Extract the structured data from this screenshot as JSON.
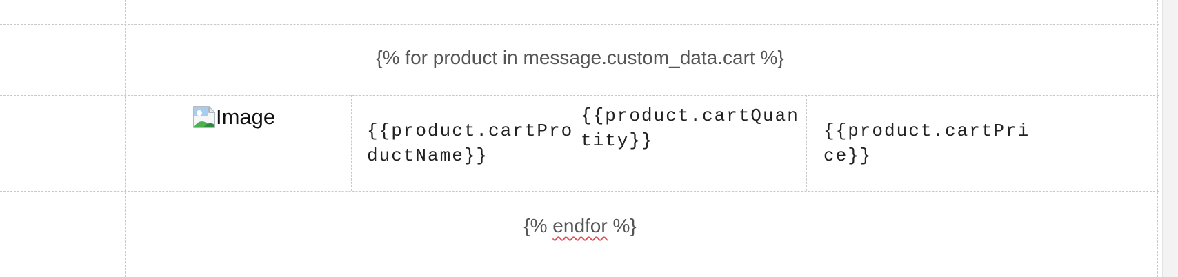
{
  "template": {
    "loop_start": "{% for product in message.custom_data.cart %}",
    "image_alt": "Image",
    "product_name": "{{product.cartProductName}}",
    "product_quantity": "{{product.cartQuantity}}",
    "product_price": "{{product.cartPrice}}",
    "loop_end_open": "{% ",
    "loop_end_keyword": "endfor",
    "loop_end_close": " %}"
  },
  "icons": {
    "image_placeholder": "broken-image-icon"
  },
  "colors": {
    "guide_line": "#c8c8c8",
    "spellcheck_underline": "#e0505a",
    "text_gray": "#555555"
  }
}
